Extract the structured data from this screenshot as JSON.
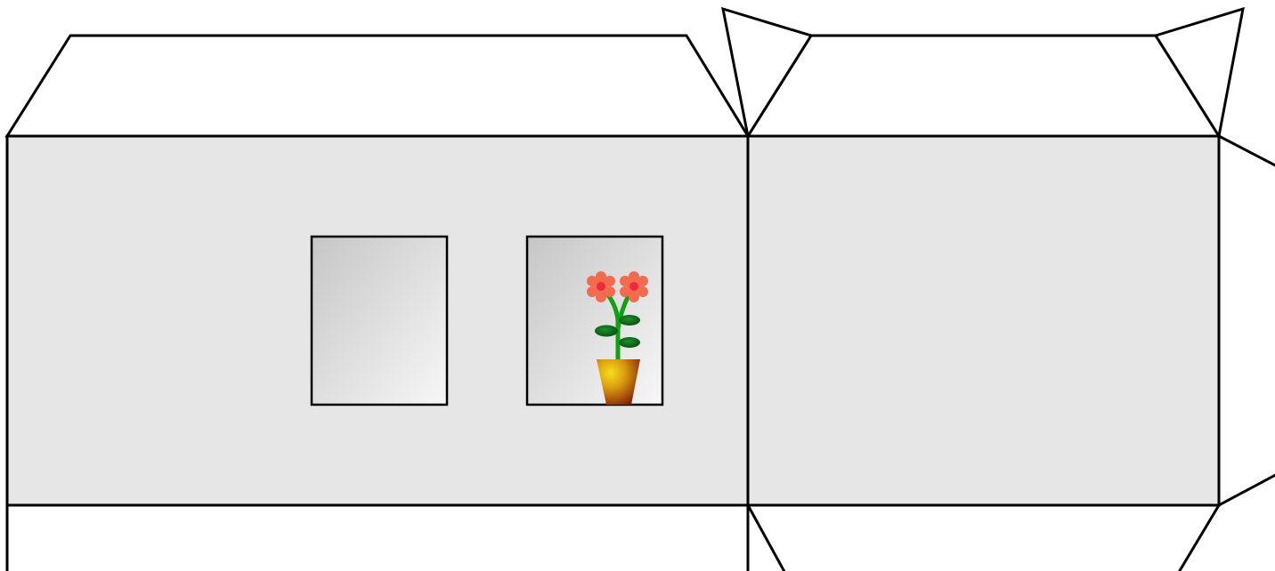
{
  "template": {
    "wall_color": "#e6e6e6",
    "flap_color": "#ffffff",
    "outline_color": "#000000",
    "windows": [
      {
        "name": "left",
        "has_plant": false
      },
      {
        "name": "right",
        "has_plant": true
      }
    ],
    "plant": {
      "petal_color": "#f26b4f",
      "flower_center_color": "#f0283c",
      "stem_color": "#11a011",
      "leaf_color": "#0b6b18",
      "pot_colors": [
        "#f5e01a",
        "#d99a10",
        "#7a1208"
      ],
      "flower_count": 2,
      "leaf_count": 3
    }
  }
}
